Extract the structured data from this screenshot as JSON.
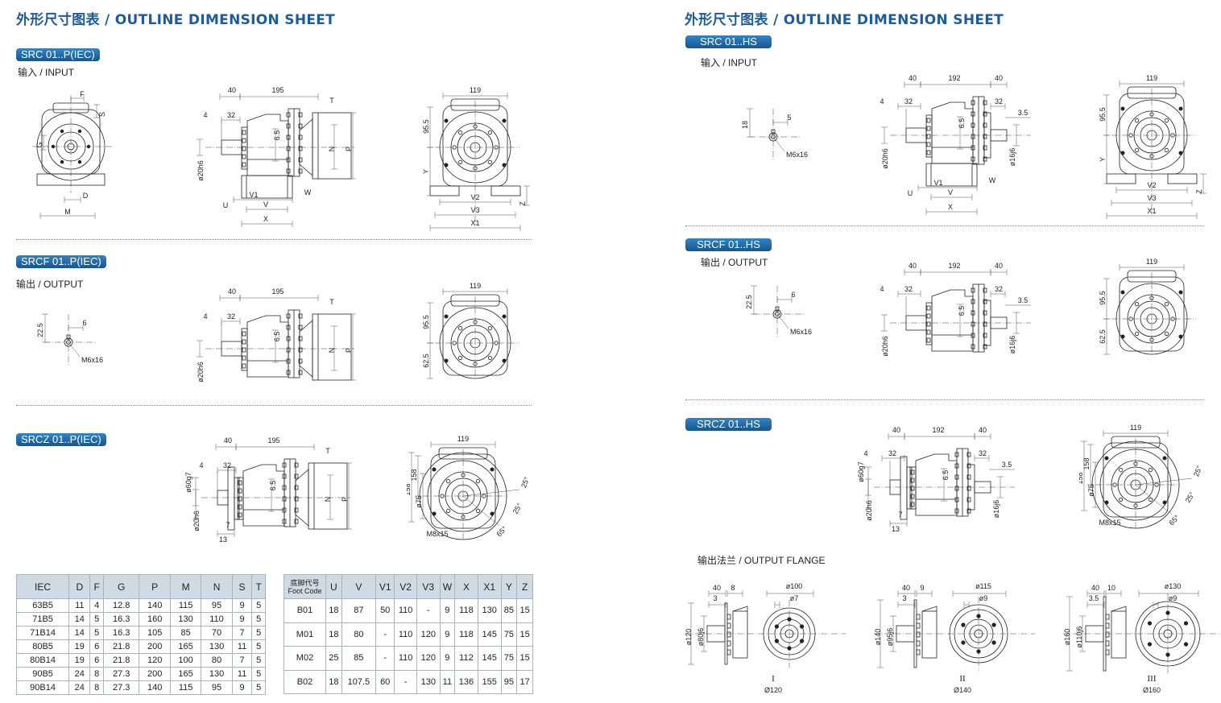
{
  "left": {
    "title": "外形尺寸图表 / OUTLINE DIMENSION SHEET",
    "s1": {
      "badge": "SRC 01..P(IEC)",
      "subtitle": "输入  / INPUT",
      "detail": {
        "F": "F",
        "S": "S",
        "G": "G",
        "D": "D",
        "M": "M"
      },
      "side": {
        "top1": "40",
        "top2": "195",
        "t": "T",
        "k4": "4",
        "k32": "32",
        "h65": "6.5",
        "n": "N",
        "p": "P",
        "shaft": "ø20h6",
        "v1": "V1",
        "w": "W",
        "u": "U",
        "v": "V",
        "x": "X"
      },
      "front": {
        "w": "119",
        "h": "95.5",
        "y": "Y",
        "v2": "V2",
        "v3": "V3",
        "x1": "X1",
        "z": "Z"
      }
    },
    "s2": {
      "badge": "SRCF 01..P(IEC)",
      "subtitle": "输出 / OUTPUT",
      "key": {
        "a": "22.5",
        "b": "6",
        "c": "M6x16"
      },
      "side": {
        "top1": "40",
        "top2": "195",
        "t": "T",
        "k4": "4",
        "k32": "32",
        "h65": "6.5",
        "n": "N",
        "p": "P",
        "shaft": "ø20h6"
      },
      "front": {
        "w": "119",
        "h": "95.5",
        "h2": "62.5"
      }
    },
    "s3": {
      "badge": "SRCZ 01..P(IEC)",
      "side": {
        "top1": "40",
        "top2": "195",
        "t": "T",
        "k4": "4",
        "k32": "32",
        "h65": "6.5",
        "n": "N",
        "p": "P",
        "shaft": "ø20h6",
        "flange": "ø60g7",
        "k7": "7",
        "k13": "13"
      },
      "front": {
        "w": "119",
        "h": "158",
        "d": "ø75",
        "a1": "25°",
        "a2": "25°",
        "a3": "65°",
        "m": "M8x15"
      }
    },
    "table1": {
      "headers": [
        "IEC",
        "D",
        "F",
        "G",
        "P",
        "M",
        "N",
        "S",
        "T"
      ],
      "rows": [
        [
          "63B5",
          "11",
          "4",
          "12.8",
          "140",
          "115",
          "95",
          "9",
          "5"
        ],
        [
          "71B5",
          "14",
          "5",
          "16.3",
          "160",
          "130",
          "110",
          "9",
          "5"
        ],
        [
          "71B14",
          "14",
          "5",
          "16.3",
          "105",
          "85",
          "70",
          "7",
          "5"
        ],
        [
          "80B5",
          "19",
          "6",
          "21.8",
          "200",
          "165",
          "130",
          "11",
          "5"
        ],
        [
          "80B14",
          "19",
          "6",
          "21.8",
          "120",
          "100",
          "80",
          "7",
          "5"
        ],
        [
          "90B5",
          "24",
          "8",
          "27.3",
          "200",
          "165",
          "130",
          "11",
          "5"
        ],
        [
          "90B14",
          "24",
          "8",
          "27.3",
          "140",
          "115",
          "95",
          "9",
          "5"
        ]
      ]
    },
    "table2": {
      "headers": [
        "底脚代号",
        "Foot Code",
        "U",
        "V",
        "V1",
        "V2",
        "V3",
        "W",
        "X",
        "X1",
        "Y",
        "Z"
      ],
      "rows": [
        [
          "B01",
          "18",
          "87",
          "50",
          "110",
          "-",
          "9",
          "118",
          "130",
          "85",
          "15"
        ],
        [
          "M01",
          "18",
          "80",
          "-",
          "110",
          "120",
          "9",
          "118",
          "145",
          "75",
          "15"
        ],
        [
          "M02",
          "25",
          "85",
          "-",
          "110",
          "120",
          "9",
          "112",
          "145",
          "75",
          "15"
        ],
        [
          "B02",
          "18",
          "107.5",
          "60",
          "-",
          "130",
          "11",
          "136",
          "155",
          "95",
          "17"
        ]
      ]
    }
  },
  "right": {
    "title": "外形尺寸图表 / OUTLINE DIMENSION SHEET",
    "s1": {
      "badge": "SRC 01..HS",
      "subtitle": "输入 / INPUT",
      "key": {
        "a": "18",
        "b": "5",
        "c": "M6x16"
      },
      "side": {
        "top1": "40",
        "top2": "192",
        "top3": "40",
        "k4": "4",
        "k32": "32",
        "k32b": "32",
        "k35": "3.5",
        "h65": "6.5",
        "shaft": "ø20h6",
        "shaft2": "ø16j6",
        "v1": "V1",
        "w": "W",
        "u": "U",
        "v": "V",
        "x": "X"
      },
      "front": {
        "w": "119",
        "h": "95.5",
        "y": "Y",
        "v2": "V2",
        "v3": "V3",
        "x1": "X1",
        "z": "Z"
      }
    },
    "s2": {
      "badge": "SRCF 01..HS",
      "subtitle": "输出 / OUTPUT",
      "key": {
        "a": "22.5",
        "b": "6",
        "c": "M6x16"
      },
      "side": {
        "top1": "40",
        "top2": "192",
        "top3": "40",
        "k4": "4",
        "k32": "32",
        "k32b": "32",
        "k35": "3.5",
        "h65": "6.5",
        "shaft": "ø20h6",
        "shaft2": "ø16j6"
      },
      "front": {
        "w": "119",
        "h": "95.5",
        "h2": "62.5"
      }
    },
    "s3": {
      "badge": "SRCZ 01..HS",
      "side": {
        "top1": "40",
        "top2": "192",
        "top3": "40",
        "k4": "4",
        "k32": "32",
        "k32b": "32",
        "k35": "3.5",
        "h65": "6.5",
        "shaft": "ø20h6",
        "shaft2": "ø16j6",
        "flange": "ø60g7",
        "k7": "7",
        "k13": "13"
      },
      "front": {
        "w": "119",
        "h": "158",
        "d": "ø75",
        "a1": "25°",
        "a2": "25°",
        "a3": "65°",
        "m": "M8x15"
      }
    },
    "flange_title": "输出法兰 / OUTPUT  FLANGE",
    "flanges": [
      {
        "l1": "40",
        "l2": "8",
        "l3": "3",
        "pcd": "ø100",
        "hole": "ø7",
        "outer": "ø120",
        "pilot": "ø80j6",
        "roman": "I",
        "caption": "Ø120"
      },
      {
        "l1": "40",
        "l2": "9",
        "l3": "3",
        "pcd": "ø115",
        "hole": "ø9",
        "outer": "ø140",
        "pilot": "ø95j6",
        "roman": "II",
        "caption": "Ø140"
      },
      {
        "l1": "40",
        "l2": "10",
        "l3": "3.5",
        "pcd": "ø130",
        "hole": "ø9",
        "outer": "ø160",
        "pilot": "ø110j6",
        "roman": "III",
        "caption": "Ø160"
      }
    ]
  },
  "colors": {
    "title": "#1d5c9c",
    "badge": "#1f6aa8",
    "table_header": "#cfdbe4"
  }
}
